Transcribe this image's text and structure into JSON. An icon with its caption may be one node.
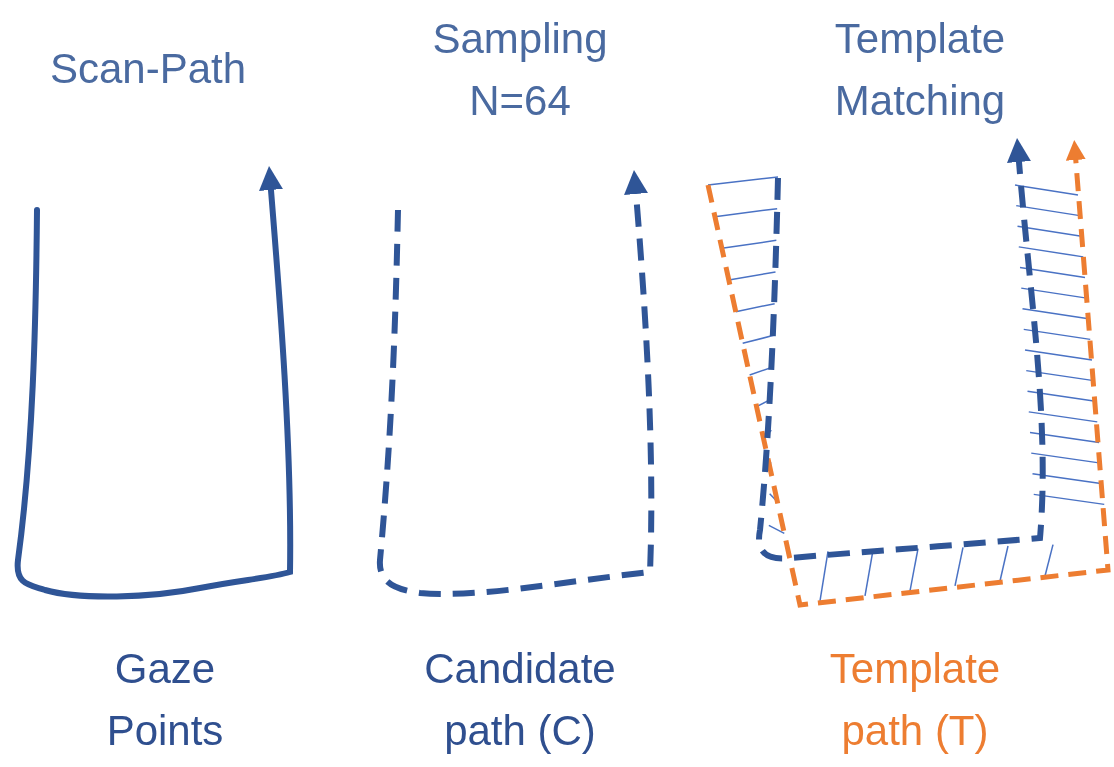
{
  "diagram": {
    "labels": [
      "Scan-Path",
      "Sampling N=64",
      "Template Matching",
      "Gaze Points",
      "Candidate path (C)",
      "Template path (T)"
    ]
  }
}
